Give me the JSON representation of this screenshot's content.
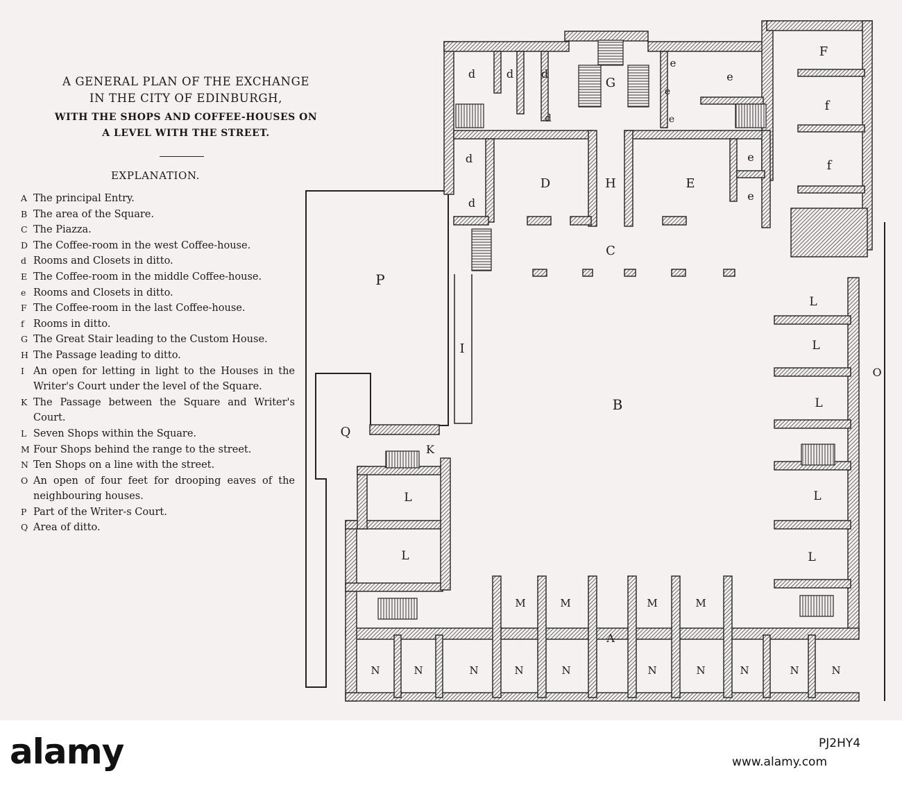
{
  "title": {
    "line1": "A GENERAL PLAN OF THE EXCHANGE",
    "line2": "IN THE CITY OF EDINBURGH,",
    "line3": "WITH THE SHOPS AND COFFEE-HOUSES ON",
    "line4": "A LEVEL WITH THE STREET."
  },
  "explanation": {
    "heading": "EXPLANATION.",
    "items": [
      {
        "key": "A",
        "text": "The principal Entry."
      },
      {
        "key": "B",
        "text": "The area of the Square."
      },
      {
        "key": "C",
        "text": "The Piazza."
      },
      {
        "key": "D",
        "text": "The Coffee-room in the west Coffee-house."
      },
      {
        "key": "d",
        "text": "Rooms and Closets in ditto."
      },
      {
        "key": "E",
        "text": "The Coffee-room in the middle Coffee-house."
      },
      {
        "key": "e",
        "text": "Rooms and Closets in ditto."
      },
      {
        "key": "F",
        "text": "The Coffee-room in the last Coffee-house."
      },
      {
        "key": "f",
        "text": "Rooms in ditto."
      },
      {
        "key": "G",
        "text": "The Great Stair leading to the Custom House."
      },
      {
        "key": "H",
        "text": "The Passage leading to ditto."
      },
      {
        "key": "I",
        "text": "An open for letting in light to the Houses in the Writer's Court under the level of the Square."
      },
      {
        "key": "K",
        "text": "The Passage between the Square and Writer's Court."
      },
      {
        "key": "L",
        "text": "Seven Shops within the Square."
      },
      {
        "key": "M",
        "text": "Four Shops behind the range to the street."
      },
      {
        "key": "N",
        "text": "Ten Shops on a line with the street."
      },
      {
        "key": "O",
        "text": "An open of four feet for drooping eaves of the neighbouring houses."
      },
      {
        "key": "P",
        "text": "Part of the Writer-s Court."
      },
      {
        "key": "Q",
        "text": "Area of ditto."
      }
    ]
  },
  "plan_labels": {
    "A": "A",
    "B": "B",
    "C": "C",
    "D": "D",
    "E": "E",
    "F": "F",
    "G": "G",
    "H": "H",
    "I": "I",
    "K": "K",
    "O": "O",
    "P": "P",
    "Q": "Q",
    "d": "d",
    "e": "e",
    "f": "f",
    "L": "L",
    "M": "M",
    "N": "N"
  },
  "watermark": {
    "brand": "alamy",
    "image_id": "PJ2HY4",
    "meta": "www.alamy.com"
  },
  "colors": {
    "paper": "#f4f1f0",
    "ink": "#1a1a1a",
    "hatch": "#555555"
  }
}
